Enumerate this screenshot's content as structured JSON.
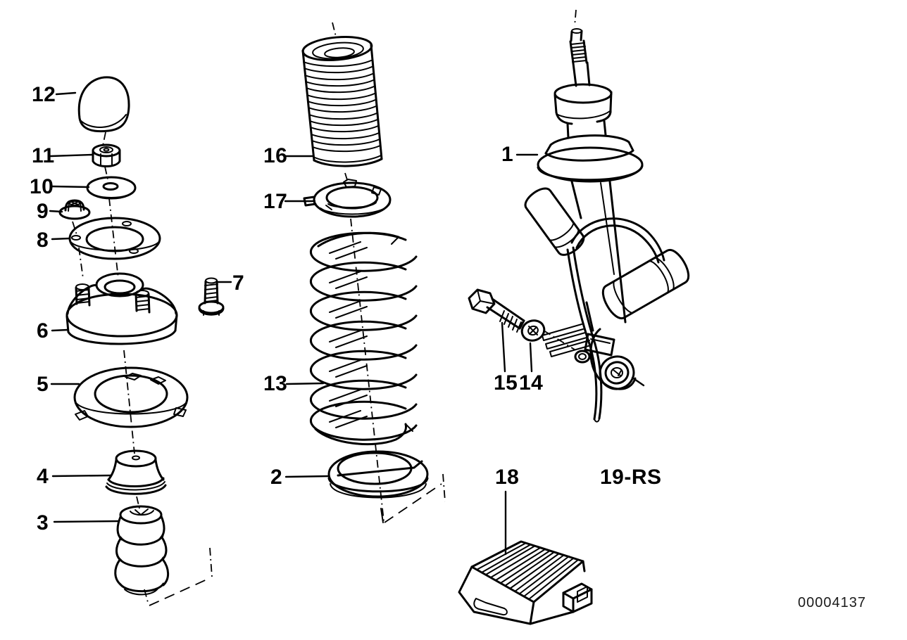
{
  "figure": {
    "doc_number": "00004137",
    "callouts": {
      "c1": "1",
      "c2": "2",
      "c3": "3",
      "c4": "4",
      "c5": "5",
      "c6": "6",
      "c7": "7",
      "c8": "8",
      "c9": "9",
      "c10": "10",
      "c11": "11",
      "c12": "12",
      "c13": "13",
      "c14": "14",
      "c15": "15",
      "c16": "16",
      "c17": "17",
      "c18": "18",
      "c19": "19-RS"
    },
    "colors": {
      "background": "#ffffff",
      "line": "#000000"
    }
  }
}
